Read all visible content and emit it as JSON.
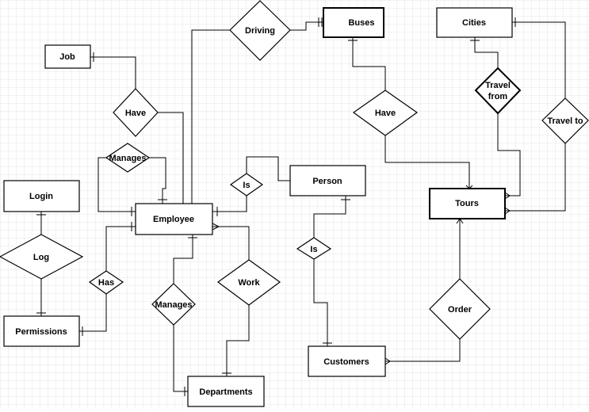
{
  "entities": {
    "buses": "Buses",
    "cities": "Cities",
    "job": "Job",
    "person": "Person",
    "login": "Login",
    "employee": "Employee",
    "tours": "Tours",
    "permissions": "Permissions",
    "customers": "Customers",
    "departments": "Departments"
  },
  "relationships": {
    "driving": "Driving",
    "travel_from": [
      "Travel",
      "from"
    ],
    "have_job": "Have",
    "have_tours": "Have",
    "travel_to": "Travel to",
    "manages_top": "Manages",
    "is_person": "Is",
    "log": "Log",
    "is_customer": "Is",
    "has": "Has",
    "manages_dept": "Manages",
    "work": "Work",
    "order": "Order"
  }
}
